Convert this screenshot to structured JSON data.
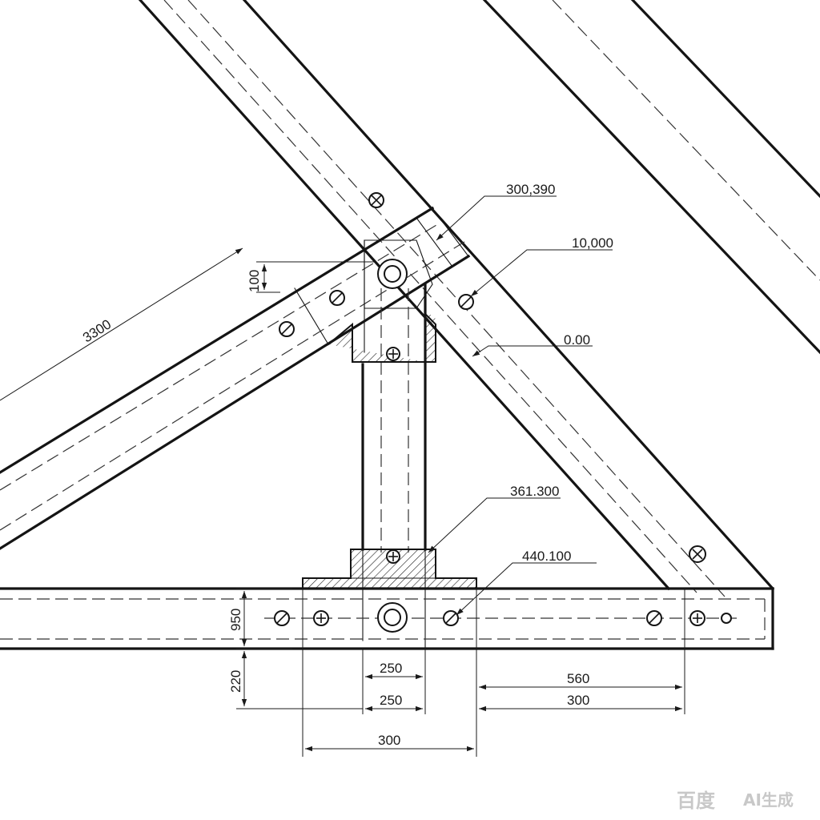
{
  "drawing": {
    "labels": {
      "rafter_length": "3300",
      "joint_ref_a": "300,390",
      "joint_ref_b": "10,000",
      "joint_ref_c": "0.00",
      "post_ref": "361.300",
      "base_ref": "440.100",
      "rafter_width": "100",
      "beam_height": "950",
      "beam_offset": "220",
      "post_width_a": "250",
      "post_width_b": "250",
      "base_plate_width": "300",
      "bolt_spacing": "560",
      "bolt_offset": "300"
    },
    "watermark": {
      "brand": "百度",
      "product": "AI生成"
    }
  }
}
